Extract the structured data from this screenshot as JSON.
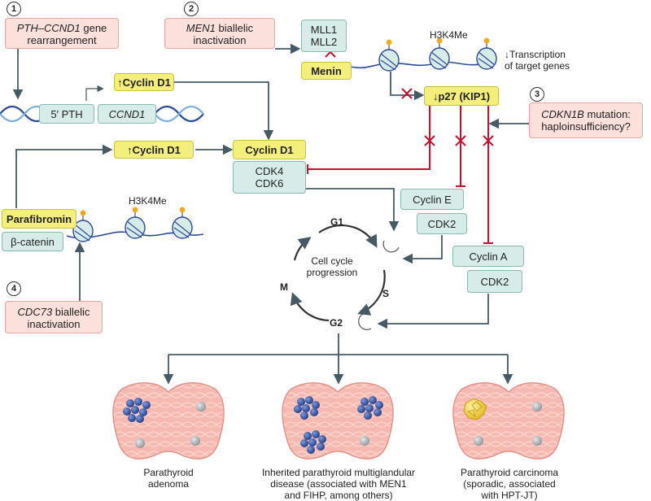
{
  "steps": [
    {
      "num": "1",
      "gene": "PTH–CCND1",
      "label": "gene rearrangement"
    },
    {
      "num": "2",
      "gene": "MEN1",
      "label": "biallelic inactivation"
    },
    {
      "num": "3",
      "gene": "CDKN1B",
      "label": "mutation: haploinsufficiency?"
    },
    {
      "num": "4",
      "gene": "CDC73",
      "label": "biallelic inactivation"
    }
  ],
  "dna": {
    "promoter": "5′ PTH",
    "gene": "CCND1"
  },
  "proteins": {
    "cyclin_d1_up_top": "↑Cyclin D1",
    "cyclin_d1_up_left": "↑Cyclin D1",
    "cyclin_d1": "Cyclin D1",
    "cdk4": "CDK4",
    "cdk6": "CDK6",
    "mll1": "MLL1",
    "mll2": "MLL2",
    "menin": "Menin",
    "p27": "↓p27 (KIP1)",
    "cyclin_e": "Cyclin E",
    "cdk2_e": "CDK2",
    "cyclin_a": "Cyclin A",
    "cdk2_a": "CDK2",
    "parafibromin": "Parafibromin",
    "beta_catenin": "β-catenin"
  },
  "histone_marks": {
    "top": "H3K4Me",
    "left": "H3K4Me"
  },
  "transcription_note": {
    "line1": "↓Transcription",
    "line2": "of target genes"
  },
  "cell_cycle": {
    "center1": "Cell cycle",
    "center2": "progression",
    "g1": "G1",
    "s": "S",
    "g2": "G2",
    "m": "M"
  },
  "outcomes": [
    {
      "line1": "Parathyroid",
      "line2": "adenoma",
      "line3": ""
    },
    {
      "line1": "Inherited parathyroid multiglandular",
      "line2": "disease (associated with MEN1",
      "line3": "and FIHP, among others)"
    },
    {
      "line1": "Parathyroid carcinoma",
      "line2": "(sporadic, associated",
      "line3": "with HPT-JT)"
    }
  ],
  "colors": {
    "activation_arrow": "#455a64",
    "inhibition": "#c8102e",
    "pink_box": "#fbe0dc",
    "yellow_box": "#f4ef7c",
    "teal_box": "#d7ece8",
    "gland": "#f4b8b2",
    "adenoma_nodule": "#3a58a8",
    "carcinoma_nodule": "#f2d33c"
  }
}
